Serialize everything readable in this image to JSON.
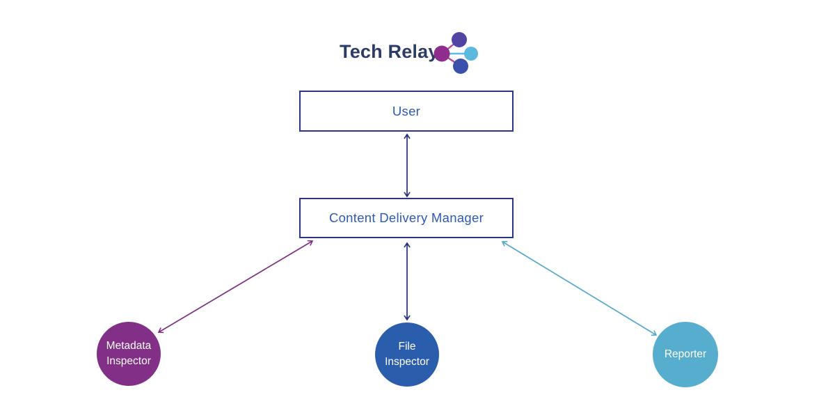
{
  "logo": {
    "text": "Tech Relays"
  },
  "nodes": {
    "user": {
      "label": "User",
      "shape": "rect"
    },
    "cdm": {
      "label": "Content Delivery Manager",
      "shape": "rect"
    },
    "metadata": {
      "label": "Metadata Inspector",
      "shape": "circle",
      "color": "#812f87"
    },
    "file": {
      "label": "File Inspector",
      "shape": "circle",
      "color": "#2b5dad"
    },
    "reporter": {
      "label": "Reporter",
      "shape": "circle",
      "color": "#57adcd"
    }
  },
  "edges": [
    {
      "from": "User",
      "to": "Content Delivery Manager",
      "style": "bidirectional",
      "color": "#232d7d"
    },
    {
      "from": "Content Delivery Manager",
      "to": "Metadata Inspector",
      "style": "bidirectional",
      "color": "#7d2f82"
    },
    {
      "from": "Content Delivery Manager",
      "to": "File Inspector",
      "style": "bidirectional",
      "color": "#232d7d"
    },
    {
      "from": "Content Delivery Manager",
      "to": "Reporter",
      "style": "bidirectional",
      "color": "#55a8cb"
    }
  ],
  "colors": {
    "box_border": "#2b3585",
    "box_text": "#2c5ab4",
    "edge_navy": "#232d7d",
    "edge_purple": "#7d2f82",
    "edge_cyan": "#55a8cb",
    "node_purple": "#812f87",
    "node_blue": "#2b5dad",
    "node_cyan": "#57adcd",
    "logo_text": "#2d3c66",
    "logo_hub": "#8e2d8d",
    "logo_node_violet": "#5244a4",
    "logo_node_lightblue": "#5cb8dc",
    "logo_node_blue": "#3a50ac",
    "logo_line_pink": "#b8459c"
  }
}
